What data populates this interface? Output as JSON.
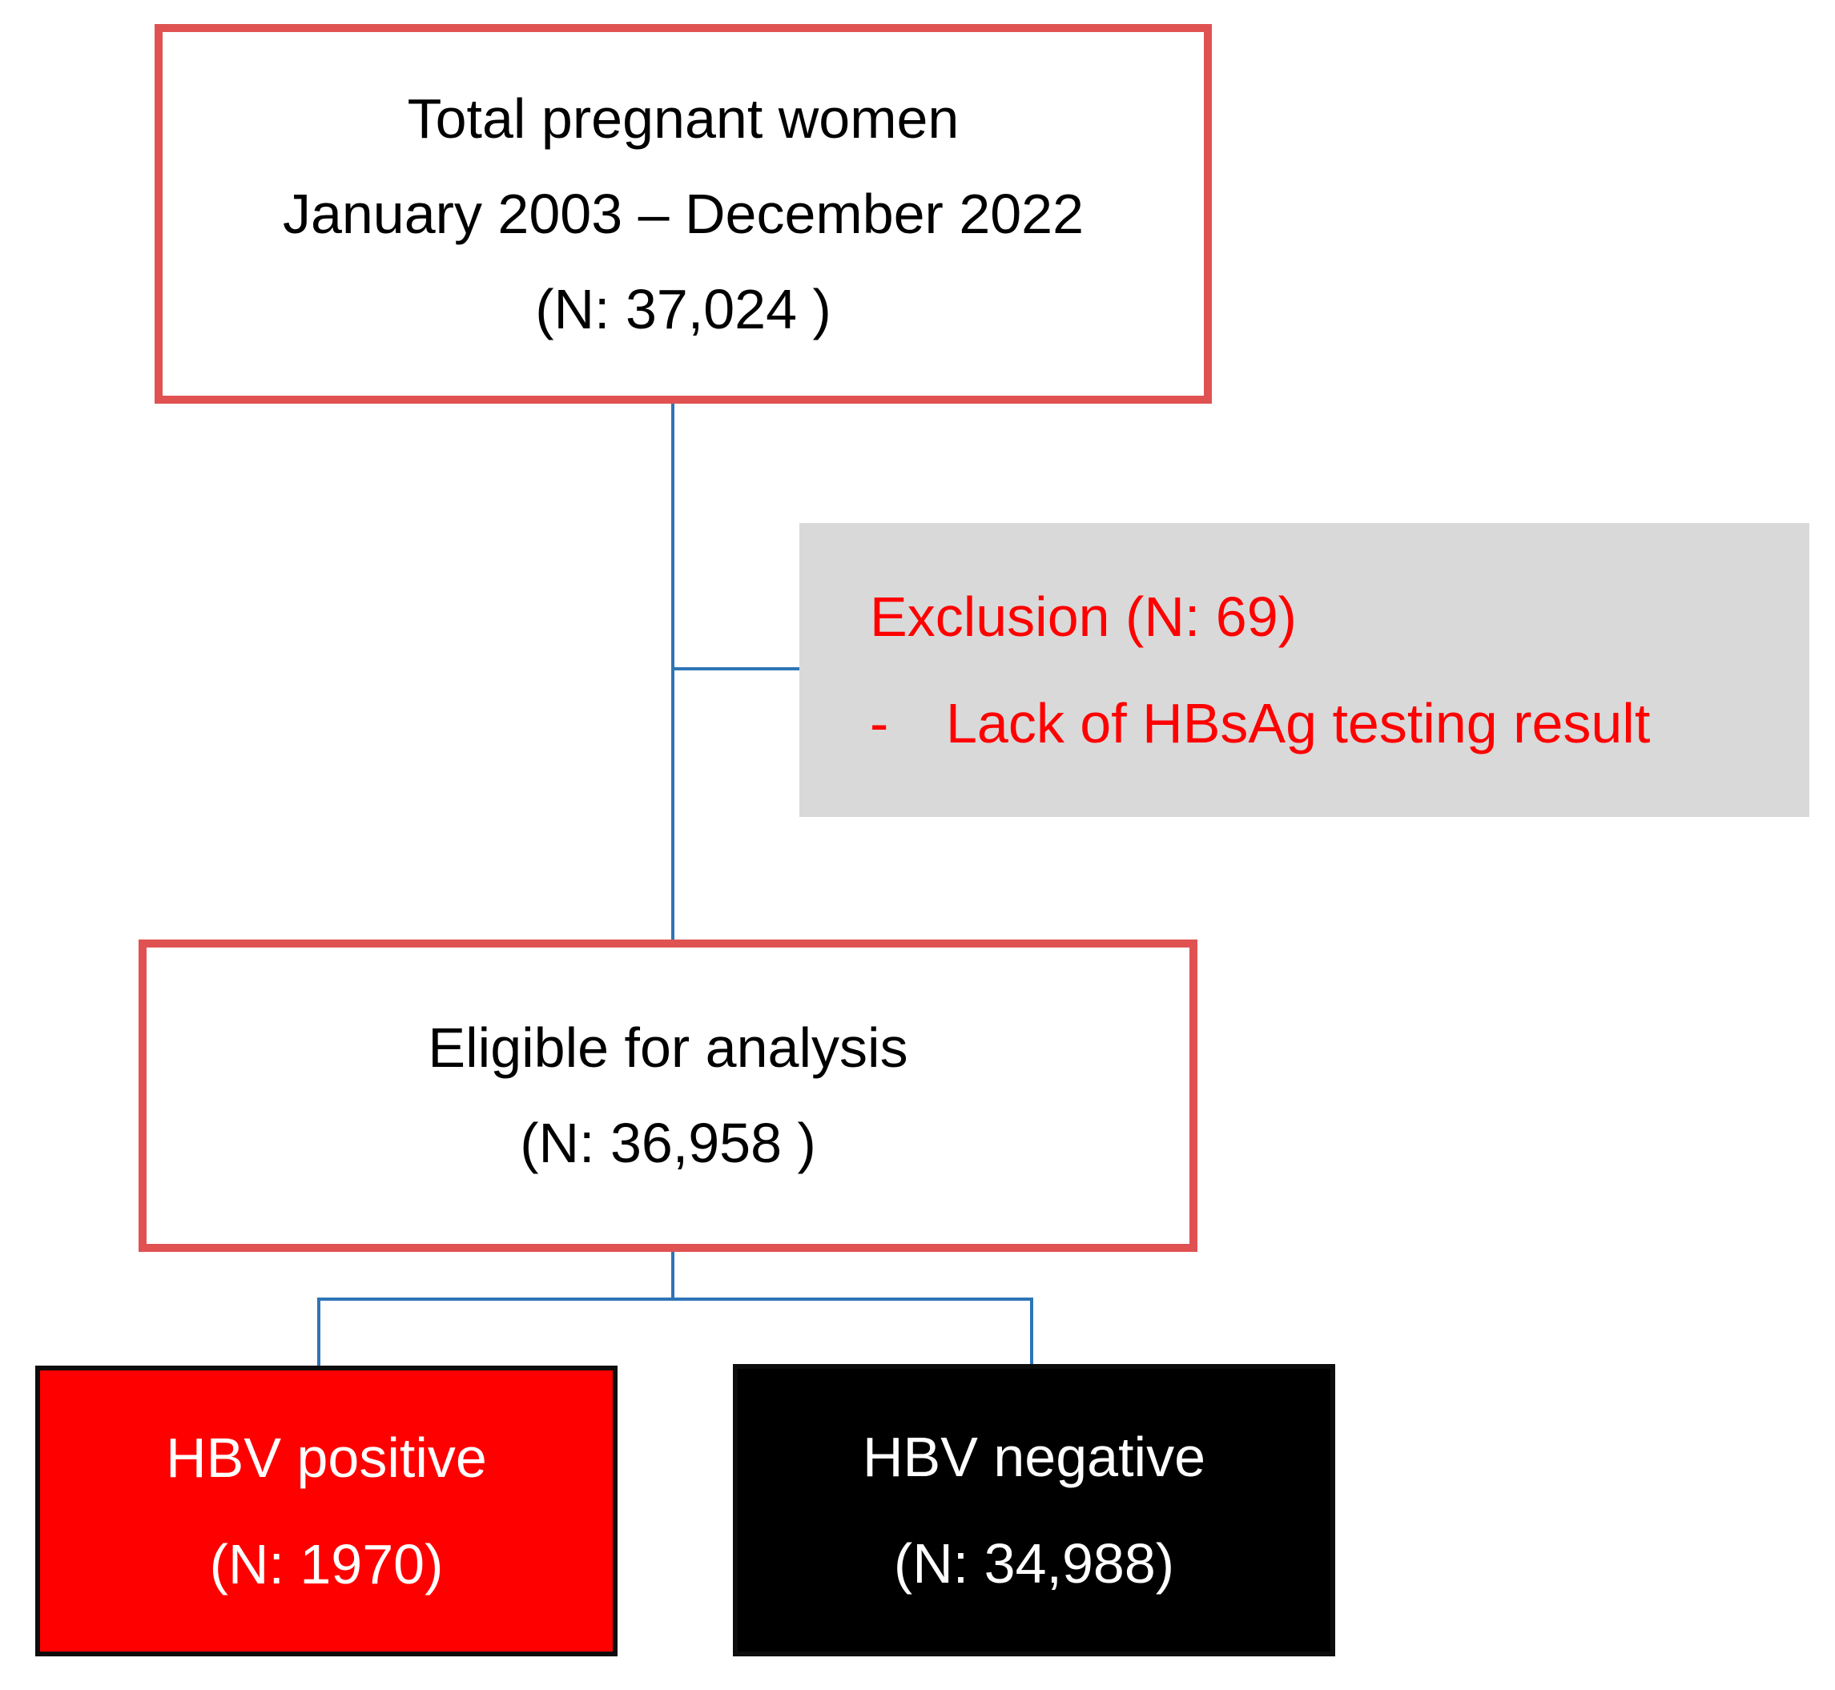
{
  "diagram": {
    "type": "study-flowchart",
    "nodes": {
      "total": {
        "lines": [
          "Total pregnant women",
          "January 2003 – December 2022",
          "(N: 37,024 )"
        ]
      },
      "exclusion": {
        "line1": "Exclusion (N: 69)",
        "bullet": "-",
        "line2": "Lack of HBsAg testing result"
      },
      "eligible": {
        "lines": [
          "Eligible for analysis",
          "(N: 36,958 )"
        ]
      },
      "hbv_positive": {
        "lines": [
          "HBV positive",
          "(N: 1970)"
        ]
      },
      "hbv_negative": {
        "lines": [
          "HBV negative",
          "(N: 34,988)"
        ]
      }
    },
    "colors": {
      "page_bg": "#FFFFFF",
      "box_border_red": "#E05252",
      "box_text": "#000000",
      "connector_blue": "#2E75B6",
      "exclusion_bg": "#D9D9D9",
      "exclusion_text": "#FF0000",
      "positive_bg": "#FF0000",
      "negative_bg": "#000000",
      "bottom_border": "#0D0D0D",
      "bottom_text": "#FFFFFF"
    }
  }
}
